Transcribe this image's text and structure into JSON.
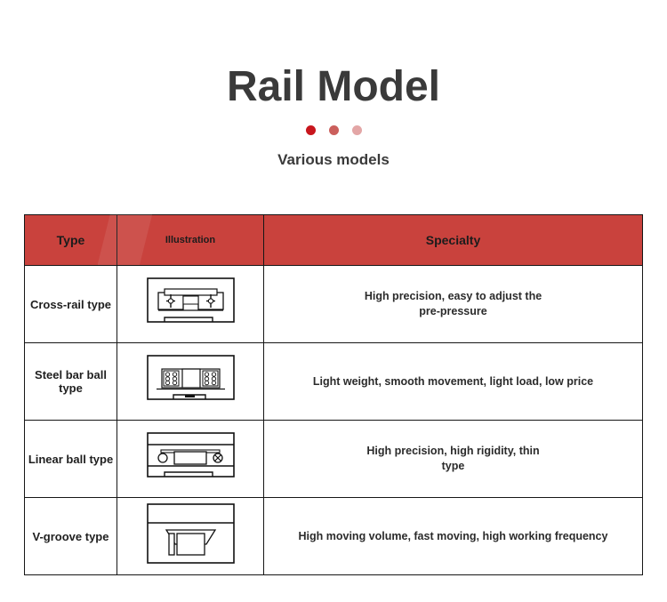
{
  "header": {
    "title": "Rail Model",
    "subtitle": "Various models",
    "dots": [
      {
        "name": "dot-dark",
        "color": "#c8161d"
      },
      {
        "name": "dot-medium",
        "color": "#cb5f5c"
      },
      {
        "name": "dot-light",
        "color": "#e3a6a6"
      }
    ]
  },
  "theme": {
    "header_bg": "#c9423d",
    "border": "#161616",
    "title_color": "#3a3a3a",
    "page_bg": "#ffffff"
  },
  "table": {
    "columns": [
      {
        "key": "type",
        "label": "Type"
      },
      {
        "key": "illustration",
        "label": "Illustration"
      },
      {
        "key": "specialty",
        "label": "Specialty"
      }
    ],
    "rows": [
      {
        "type": "Cross-rail type",
        "illustration": "cross-rail-diagram",
        "specialty": "High precision, easy to adjust the\npre-pressure"
      },
      {
        "type": "Steel bar ball type",
        "illustration": "steel-bar-ball-diagram",
        "specialty": "Light weight, smooth movement, light load, low price"
      },
      {
        "type": "Linear ball type",
        "illustration": "linear-ball-diagram",
        "specialty": "High precision, high rigidity, thin\ntype"
      },
      {
        "type": "V-groove type",
        "illustration": "v-groove-diagram",
        "specialty": "High moving volume, fast moving, high working frequency"
      }
    ]
  }
}
